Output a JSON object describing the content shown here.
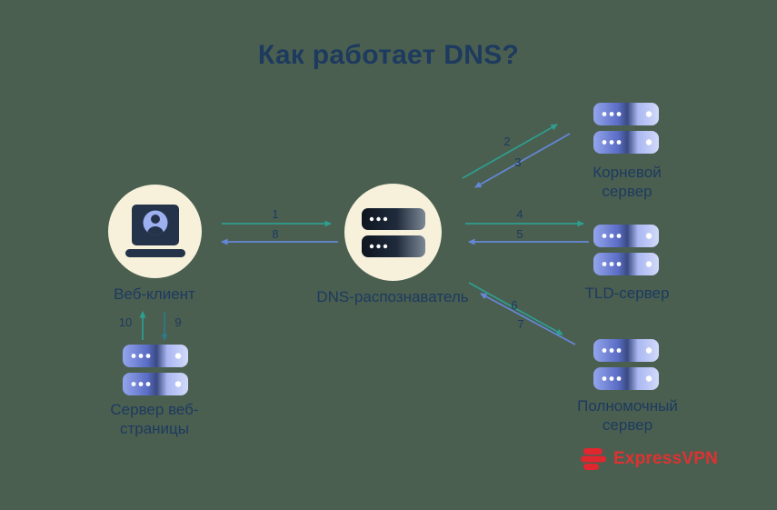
{
  "title": "Как работает DNS?",
  "nodes": {
    "web_client": {
      "label": "Веб-клиент"
    },
    "dns_resolver": {
      "label": "DNS-распознаватель"
    },
    "root_server": {
      "label": "Корневой сервер"
    },
    "tld_server": {
      "label": "TLD-сервер"
    },
    "authoritative_server": {
      "label": "Полномочный сервер"
    },
    "web_page_server": {
      "label": "Сервер веб-страницы"
    }
  },
  "steps": {
    "s1": "1",
    "s2": "2",
    "s3": "3",
    "s4": "4",
    "s5": "5",
    "s6": "6",
    "s7": "7",
    "s8": "8",
    "s9": "9",
    "s10": "10"
  },
  "logo": {
    "text": "ExpressVPN"
  },
  "colors": {
    "background": "#4a5f50",
    "request_arrow_teal": "#2e9e8f",
    "response_arrow_blue": "#6587d8",
    "text_navy": "#1d3a5f",
    "node_circle_cream": "#f7f1dc",
    "server_periwinkle": "#93a5ec",
    "logo_red": "#e03131"
  }
}
